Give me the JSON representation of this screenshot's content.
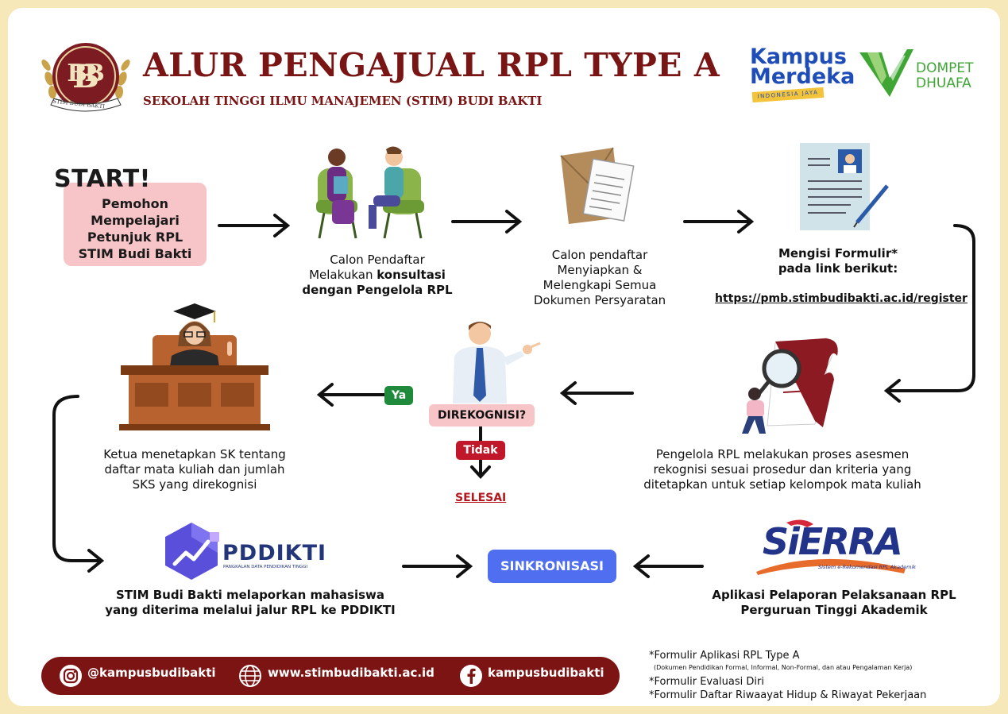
{
  "header": {
    "title": "ALUR PENGAJUAL RPL TYPE A",
    "subtitle": "SEKOLAH TINGGI ILMU MANAJEMEN (STIM) BUDI BAKTI",
    "seal_text": "STIM BUDI BAKTI"
  },
  "logos": {
    "kampus_merdeka": [
      "Kampus",
      "Merdeka",
      "INDONESIA JAYA"
    ],
    "dompet_dhuafa": [
      "DOMPET",
      "DHUAFA"
    ],
    "pddikti": [
      "PDDIKTI",
      "PANGKALAN DATA PENDIDIKAN TINGGI"
    ],
    "sierra": [
      "SiERRA",
      "Sistem e-Rekomendasi RPL Akademik"
    ]
  },
  "start": {
    "label": "START!",
    "lines": [
      "Pemohon",
      "Mempelajari",
      "Petunjuk RPL",
      "STIM Budi Bakti"
    ]
  },
  "steps": {
    "konsultasi": {
      "line1": "Calon Pendaftar",
      "line2_pre": "Melakukan ",
      "line2_bold": "konsultasi",
      "line3": "dengan Pengelola RPL"
    },
    "dokumen": {
      "lines": [
        "Calon pendaftar",
        "Menyiapkan &",
        "Melengkapi Semua",
        "Dokumen Persyaratan"
      ]
    },
    "formulir": {
      "lines": [
        "Mengisi Formulir*",
        "pada link berikut:"
      ],
      "link": "https://pmb.stimbudibakti.ac.id/register"
    },
    "asesmen": {
      "lines": [
        "Pengelola RPL melakukan proses asesmen",
        "rekognisi sesuai prosedur dan kriteria yang",
        "ditetapkan untuk setiap kelompok mata kuliah"
      ]
    },
    "decision": {
      "question": "DIREKOGNISI?",
      "yes": "Ya",
      "no": "Tidak",
      "end": "SELESAI"
    },
    "ketua": {
      "lines": [
        "Ketua menetapkan SK tentang",
        "daftar mata kuliah dan jumlah",
        "SKS yang direkognisi"
      ]
    },
    "pddikti": {
      "lines": [
        "STIM Budi Bakti melaporkan mahasiswa",
        "yang diterima melalui jalur RPL ke PDDIKTI"
      ]
    },
    "sinkronisasi": {
      "label": "SINKRONISASI"
    },
    "sierra": {
      "lines": [
        "Aplikasi Pelaporan Pelaksanaan RPL",
        "Perguruan Tinggi Akademik"
      ]
    }
  },
  "social": {
    "instagram": "@kampusbudibakti",
    "website": "www.stimbudibakti.ac.id",
    "facebook": "kampusbudibakti"
  },
  "notes": {
    "line1": "*Formulir Aplikasi RPL Type A",
    "line1_detail": "(Dokumen Pendidikan Formal, Informal, Non-Formal, dan atau Pengalaman Kerja)",
    "line2": "*Formulir Evaluasi Diri",
    "line3": "*Formulir Daftar Riwaayat Hidup & Riwayat Pekerjaan"
  },
  "colors": {
    "maroon": "#7a1515",
    "pink": "#f7c5c7",
    "green": "#1f8a3c",
    "red": "#c0182a",
    "blue": "#4f6ff0",
    "background": "#f7e8b9"
  }
}
